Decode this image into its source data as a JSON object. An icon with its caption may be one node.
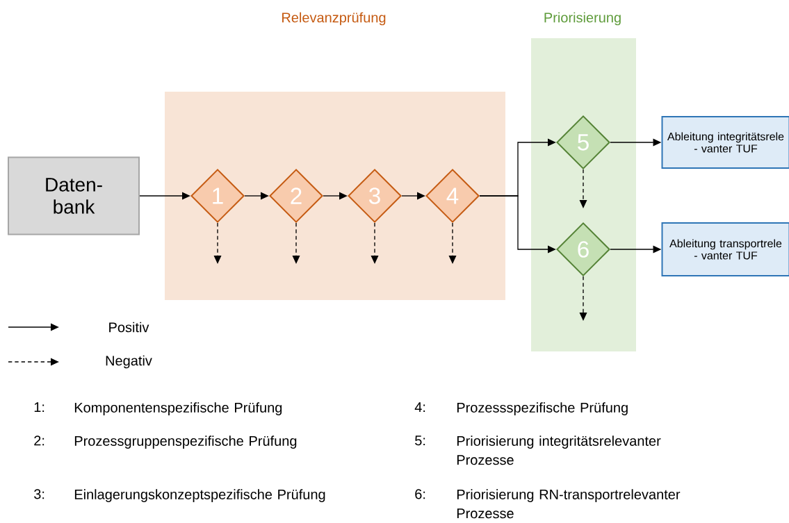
{
  "diagram": {
    "nodes": [
      {
        "text": [
          "Relevanzprüfung"
        ]
      },
      {
        "text": [
          "Priorisierung"
        ]
      },
      {
        "text": [
          "Daten- bank"
        ]
      },
      {
        "text": [
          "1"
        ],
        "in": 0
      },
      {
        "text": [
          "2"
        ],
        "in": 0
      },
      {
        "text": [
          "3"
        ],
        "in": 0
      },
      {
        "text": [
          "4"
        ],
        "in": 0
      },
      {
        "text": [
          "5"
        ],
        "in": 1
      },
      {
        "text": [
          "6"
        ],
        "in": 1
      },
      {
        "text": [
          "Ableitung integritätsrele - vanter TUF"
        ]
      },
      {
        "text": [
          "Ableitung transportrele - vanter TUF"
        ]
      }
    ],
    "edges": [
      {
        "from": 2,
        "to": 3,
        "arrow": "to"
      },
      {
        "from": 3,
        "to": 4,
        "arrow": "to"
      },
      {
        "from": 4,
        "to": 5,
        "arrow": "to"
      },
      {
        "from": 5,
        "to": 6,
        "arrow": "to"
      },
      {
        "from": 6,
        "to": 7,
        "arrow": "to"
      },
      {
        "from": 6,
        "to": 8,
        "arrow": "to"
      },
      {
        "from": 7,
        "to": 9,
        "arrow": "to"
      },
      {
        "from": 8,
        "to": 10,
        "arrow": "to"
      },
      {
        "from": 3,
        "to": null,
        "arrow": "to",
        "style": "dashed"
      },
      {
        "from": 4,
        "to": null,
        "arrow": "to",
        "style": "dashed"
      },
      {
        "from": 5,
        "to": null,
        "arrow": "to",
        "style": "dashed"
      },
      {
        "from": 6,
        "to": null,
        "arrow": "to",
        "style": "dashed"
      },
      {
        "from": 7,
        "to": null,
        "arrow": "to",
        "style": "dashed"
      },
      {
        "from": 8,
        "to": null,
        "arrow": "to",
        "style": "dashed"
      }
    ],
    "labels": [
      "1:",
      "Komponentenspezifische Prüfung",
      "4:",
      "Prozessspezifische Prüfung",
      "2:",
      "Prozessgruppenspezifische Prüfung",
      "5:",
      "Priorisierung integritätsrelevanter Prozesse",
      "3:",
      "Einlagerungskonzeptspezifische Prüfung",
      "6:",
      "Priorisierung RN-transportrelevanter Prozesse"
    ],
    "legend": [
      {
        "text": "Positiv"
      },
      {
        "text": "Negativ"
      }
    ]
  }
}
